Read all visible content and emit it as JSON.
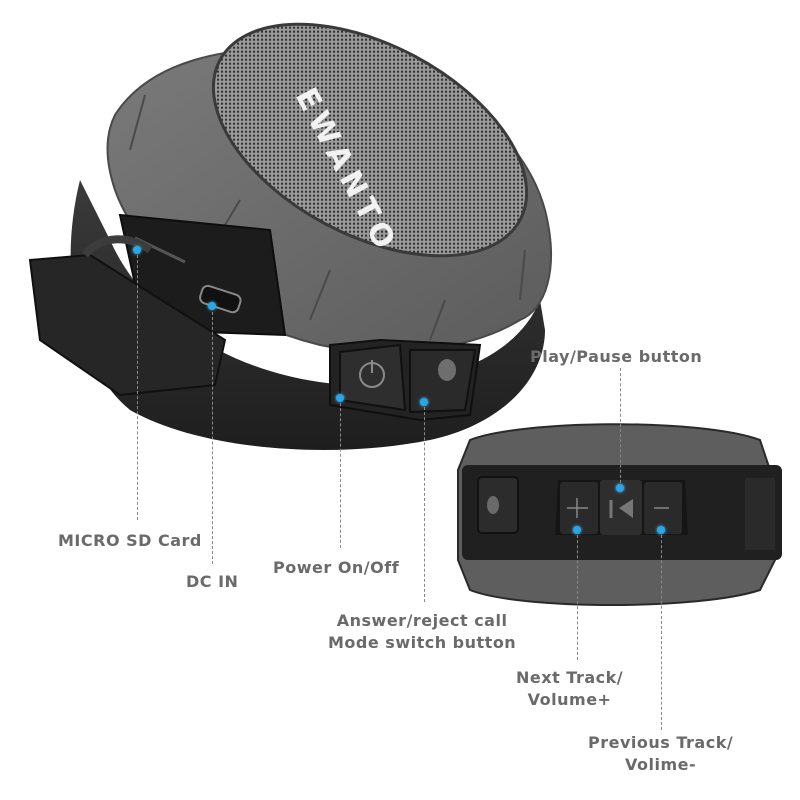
{
  "product": {
    "brand_logo": "EWANTO",
    "views": [
      "main-angle-view",
      "side-control-view"
    ],
    "colors": {
      "body_dark": "#2b2b2b",
      "bumper_gray": "#6b6b6b",
      "grille": "#8a8a8a",
      "marker_blue": "#2aa6e8",
      "label_text": "#6a6a6a"
    }
  },
  "callouts": [
    {
      "id": "micro-sd",
      "label": "MICRO SD Card"
    },
    {
      "id": "dc-in",
      "label": "DC IN"
    },
    {
      "id": "power",
      "label": "Power On/Off"
    },
    {
      "id": "answer",
      "label_line1": "Answer/reject call",
      "label_line2": "Mode switch button"
    },
    {
      "id": "play-pause",
      "label": "Play/Pause button"
    },
    {
      "id": "next",
      "label_line1": "Next Track/",
      "label_line2": "Volume+"
    },
    {
      "id": "prev",
      "label_line1": "Previous Track/",
      "label_line2": "Volime-"
    }
  ],
  "icons": {
    "power": "power-icon",
    "bluetooth": "bluetooth-icon",
    "play_pause": "play-pause-icon",
    "plus": "plus-icon",
    "minus": "minus-icon"
  }
}
